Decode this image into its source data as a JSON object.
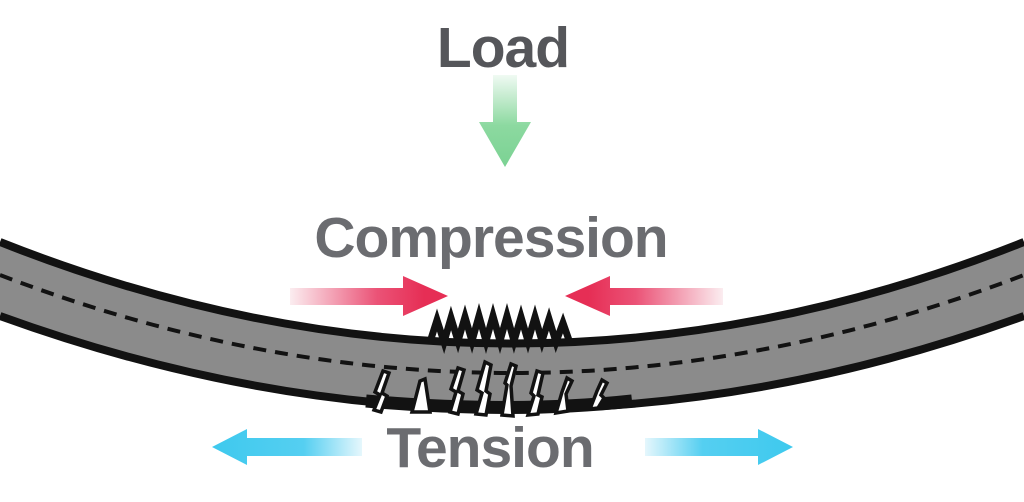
{
  "diagram": {
    "type": "beam-bending-forces-diagram",
    "labels": {
      "load": "Load",
      "compression": "Compression",
      "tension": "Tension"
    },
    "icons": {
      "load_arrow": "green-arrow-down",
      "compression_left_arrow": "red-arrow-pointing-right",
      "compression_right_arrow": "red-arrow-pointing-left",
      "tension_left_arrow": "cyan-arrow-pointing-left",
      "tension_right_arrow": "cyan-arrow-pointing-right"
    },
    "features": {
      "beam": "gray-beam-sagging-downward-full-width",
      "neutral_axis": "dashed-centerline-through-beam",
      "compression_wrinkles": "zigzag-buckling-on-top-center-of-beam",
      "tension_cracks": "jagged-white-cracks-on-bottom-center-of-beam"
    },
    "colors": {
      "load_arrow": "#7bd293",
      "compression_arrows": "#e62e55",
      "tension_arrows": "#3ec9ee",
      "beam_fill": "#8b8b8b",
      "beam_outline": "#121212",
      "load_label": "#55565a",
      "stress_labels": "#6b6c70",
      "background": "#ffffff"
    }
  }
}
